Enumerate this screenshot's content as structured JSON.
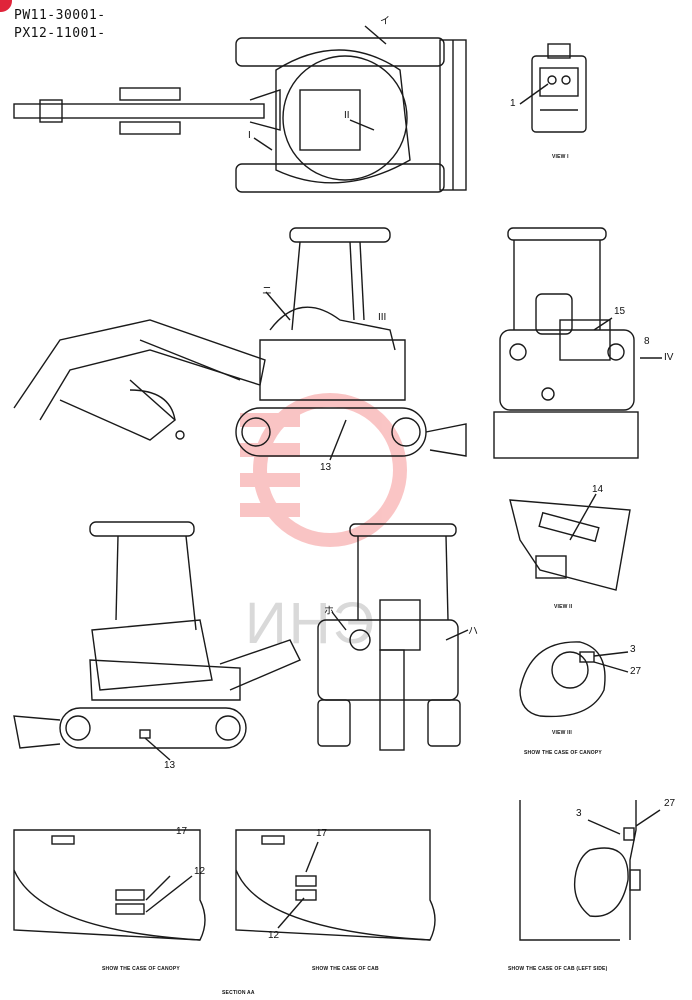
{
  "header": {
    "model_line_1": "PW11-30001-",
    "model_line_2": "PX12-11001-"
  },
  "watermark": {
    "text": "ИНЭ",
    "color": "#f05a5a"
  },
  "colors": {
    "line": "#1a1a1a",
    "accent": "#e0243a"
  },
  "callouts": {
    "view_top_i": "I",
    "view_top_ii": "II",
    "view_top_i_kana": "イ",
    "side_ni_kana": "ニ",
    "side_iii": "III",
    "rear_iv": "IV",
    "front_ho_kana": "ホ",
    "front_ha_kana": "ハ",
    "n1": "1",
    "n15": "15",
    "n8": "8",
    "n13a": "13",
    "n14": "14",
    "n3a": "3",
    "n27a": "27",
    "n13b": "13",
    "n17a": "17",
    "n12a": "12",
    "n17b": "17",
    "n12b": "12",
    "n3b": "3",
    "n27b": "27"
  },
  "captions": {
    "view_1": "VIEW I",
    "view_2": "VIEW II",
    "view_3": "VIEW III",
    "canopy_case": "SHOW THE CASE OF CANOPY",
    "bottom_canopy": "SHOW THE CASE OF CANOPY",
    "bottom_cab": "SHOW THE CASE OF CAB",
    "bottom_cab_left": "SHOW THE CASE OF CAB (LEFT SIDE)",
    "section": "SECTION AA"
  }
}
